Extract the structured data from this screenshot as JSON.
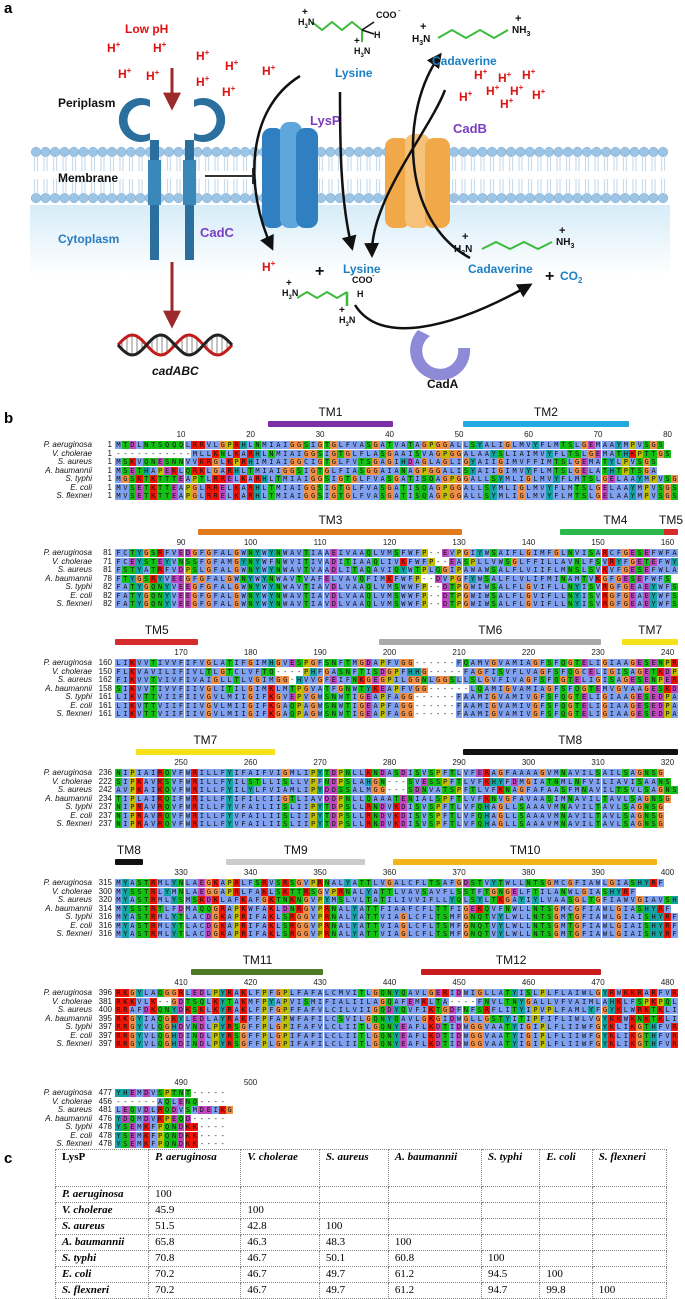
{
  "panel_labels": {
    "a": "a",
    "b": "b",
    "c": "c"
  },
  "diagram": {
    "regions": {
      "periplasm": "Periplasm",
      "membrane": "Membrane",
      "cytoplasm": "Cytoplasm"
    },
    "low_ph": "Low pH",
    "proton": "H",
    "plus": "+",
    "proteins": {
      "cadc": "CadC",
      "lysp": "LysP",
      "cadb": "CadB",
      "cada": "CadA"
    },
    "molecules": {
      "lysine": "Lysine",
      "cadaverine": "Cadaverine",
      "co2": "CO",
      "co2_sub": "2",
      "coo": "COO",
      "nh3": "NH",
      "h3n": "H",
      "sub3": "3",
      "h": "H",
      "minus": "-"
    },
    "gene": "cadABC",
    "colors": {
      "lysine_text": "#1a7fc4",
      "cadaverine_text": "#1a7fc4",
      "proton_text": "#e01010",
      "lysp_protein": "#2f7fc1",
      "cadb_protein": "#f0a848",
      "cadc_protein": "#2a6f9e",
      "cada_protein": "#8d8ad8",
      "label_purple": "#7a3dbf",
      "carbon_chain": "#3cba3c",
      "dna_red": "#c01c1c"
    }
  },
  "alignment": {
    "species": [
      "P. aeruginosa",
      "V. cholerae",
      "S. aureus",
      "A. baumannii",
      "S. typhi",
      "E. coli",
      "S. flexneri"
    ],
    "blocks": [
      {
        "starts": [
          "1",
          "1",
          "1",
          "1",
          "1",
          "1",
          "1"
        ],
        "ruler": [
          "10",
          "20",
          "30",
          "40",
          "50",
          "60",
          "70",
          "80"
        ],
        "tms": [
          {
            "label": "TM1",
            "color": "#7b2fa6"
          },
          {
            "label": "TM2",
            "color": "#21a9e1"
          }
        ],
        "seqs": [
          "MTDLNTSQQQLRRVLGPRHLNMIAIGGSIGTGLFVASGATVATAGPGGALLSYALIGLMVYFLMTSLGEMAAYMPVSGS",
          "-----------MLLKNLKARHLNMIAIGGSIGTGLFLASGAAISVAGPGGALAAYSLIAIMVYFLTSLGEMATHKPTTGS",
          "MSKVQNESNNVVKRGLKPRHIMIAIGGCIGTGLFVTSGAGIHDAGLAGLIGYAIIGIMVFFIMTSLGEMATYLPVSGS",
          "MSETHAPEKLQRKLGARHLTMIAIGGSIGTGLFIASGGAIANAGPGGALISYAIIGIMVYFLMTSLGELATHTPTSGA",
          "MGSKTKTTTEAPTLRRELKARHLTMIAIGGSIGTGLFVASGATISQAGPGGALLSYMLIGLMVYFLMTSLGELAAYMPVSGS",
          "MVSETKTTEAPGLRRELKARHLTMIAIGGSIGTGLFVASGATISQAGPGGALLSYMLIGLMVYFLMTSLGELAAYMPVSGS",
          "MVSETKTTEAPGLRRELKARHLTMIAIGGSIGTGLFVASGATISQAGPGGALLSYMLIGLMVYFLMTSLGELAAYMPVSGS"
        ]
      },
      {
        "starts": [
          "81",
          "71",
          "81",
          "78",
          "82",
          "82",
          "82"
        ],
        "ruler": [
          "90",
          "100",
          "110",
          "120",
          "130",
          "140",
          "150",
          "160"
        ],
        "tms": [
          {
            "label": "TM3",
            "color": "#e07a1c"
          },
          {
            "label": "TM4",
            "color": "#2db84b"
          },
          {
            "label": "TM5",
            "color": "#d62b2b"
          }
        ],
        "seqs": [
          "FCTYGSRFVEDGFGFALGWNYWYNWAVTIAAEIVAAQLVMSFWFP--EVPGIYWSAIFLGIMFGLNVISARCFGESEFWFA",
          "FCEYSTEYVNSSFGFAMGYNYWFNWVITIVADITIAAQLIVKFWFP--EASPLLVWSGLFFILLAVNLFSVRYFGETEFWYS",
          "FSTYATRFVDPSLGFALGWNYWYNWAVTVAADLITAQAVIQYWTPLQGIPAWAWSALFLVIIFLMNSLSVKVFGESEFWLA",
          "FTYGSRYVEEGFGFALGWNYWYNWAVTVAFELVAVQFIMKFWFP--DVPGFYWSALFLVLIFMINAMTVKGFGESEFWFS",
          "FATYGQNYVEEGFGFALGWNYWYNWAVTIAVDLVAAQLVMSWWFP--DTPGWIWSALFLGVIFLLNYISVRGFGEAEYWFS",
          "FATYGQNYVEEGFGFALGWNYWYNWAVTIAVDLVAAQLVMSWWFP--DTPGWIWSALFLGVIFLLNYISVRGFGEAEYWFS",
          "FATYGQNYVEEGFGFALGWNYWYNWAVTIAVDLVAAQLVMSWWFP--DTPGWIWSALFLGVIFLLNYISVRGFGEAEYWFS"
        ]
      },
      {
        "starts": [
          "160",
          "150",
          "162",
          "158",
          "161",
          "161",
          "161"
        ],
        "ruler": [
          "170",
          "180",
          "190",
          "200",
          "210",
          "220",
          "230",
          "240"
        ],
        "tms": [
          {
            "label": "TM5",
            "color": "#d62b2b"
          },
          {
            "label": "TM6",
            "color": "#aaaaaa"
          },
          {
            "label": "TM7",
            "color": "#f5e01a"
          }
        ],
        "seqs": [
          "LIKVVTIVVFIFVGLATIFGIMHGVESPGFSNFTMGDAPFVGG------FQAMVGVAMIAGFSFQGTELIGIAAGESENPRK",
          "FLKVAVILIFIVLTLGTCLVFTQ----PHFGASNFTISDGPFHHG-----FAGFISVFLVAGFSFQGCELIGISAGETKDPEK",
          "FIKVVTVIVFIVAIGLLTLVGIMGG-HVVGFEIFNKGEGPILGGNLGGSLLSLGVFIVAGFSFQGTELIGISAGESENPER",
          "SIKVVTIVVFIIVGLITILGIMKLMTPGVATFGNWTYKEAPFVGG------LQAMIGVAMIAGFSFQGTEMVGVAAGESKDPKK",
          "LIKVTTVIIFIIVGVLMIIGIFKGVEPVGWSNWTIGEAPFAGG------FAAMIGVAMIVGFSFQGTELIGIAAGESEDPAK",
          "LIKVTTVIIFIIVGVLMIIGIFKGAQPAGWSNWTIGEAPFAGG------FAAMIGVAMIVGFSFQGTELIGIAAGESEDPAK",
          "LIKVTTVIIFIIVGVLMIIGIFKGAQPAGWSNWTIGEAPFAGG------FAAMIGVAMIVGFSFQGTELIGIAAGESEDPAK"
        ]
      },
      {
        "starts": [
          "236",
          "222",
          "242",
          "234",
          "237",
          "237",
          "237"
        ],
        "ruler": [
          "250",
          "260",
          "270",
          "280",
          "290",
          "300",
          "310",
          "320"
        ],
        "tms": [
          {
            "label": "TM7",
            "color": "#f5e01a"
          },
          {
            "label": "TM8",
            "color": "#111111"
          }
        ],
        "seqs": [
          "NIPIAIRQVFWRILLFYIFAIFVIGMLIPYTDPNLLKNDASDISVSPFTLVFERAGFAAAAGVMNAVILSAILSAGNSG",
          "SIPKAVKSVFWRILLFYILSTLLISLLVPFNDPSLAHGN---SVESSPFTLVFKHYFDMGIATNMLNFVILIAVISAANS",
          "AVPKAIKQVFWRILLFYILYLFVIAMLIPYDDSSALMGG---SDNVATSPFTLVFKNAGFAFAASFMNAVILTSVLSAGNSG",
          "TIPLAIKQIFWRILLFYIFILCIIGTLIAVDDPNLLQAAATENIALSPFTLVFKNVGFAVAASIMNAVILTAVLSAGNSG",
          "NIPRAVRQVFWRILLFYVFAILIISLIIPYTDPSLLRNDVKDISVSPFTLVFQHAGLLSAAAVMNAVILTAVLSAGNSG",
          "NIPRAVRQVFWRILLFYVFAILIISLIIPYTDPSLLRNDVKDISVSPFTLVFQHAGLLSAAAVMNAVILTAVLSAGNSG",
          "NIPRAVRQVFWRILLFYVFAILIISLIIPYTDPSLLRNDVKDISVSPFTLVFQHAGLLSAAAVMNAVILTAVLSAGNSG"
        ]
      },
      {
        "starts": [
          "315",
          "300",
          "320",
          "314",
          "316",
          "316",
          "316"
        ],
        "ruler": [
          "330",
          "340",
          "350",
          "360",
          "370",
          "380",
          "390",
          "400"
        ],
        "tms": [
          {
            "label": "TM8",
            "color": "#111111"
          },
          {
            "label": "TM9",
            "color": "#cccccc"
          },
          {
            "label": "TM10",
            "color": "#f5b31a"
          }
        ],
        "seqs": [
          "MYASTRMLYNLAEGKAPRLFSRVSRSGVPRNALYATTLVGALCFLTSAFGDSTVYTWLLNTSGMCGFIAWLGIASHYRF",
          "MYSSTRLYMNLAEGGAPRLFAKLSKTTRSGVPRNALYATTLVAVSAVFLSSTFTGNGELFTILANWLGIASHYRF",
          "MYASTRMLYSMSKDKLAFKAFGKTNKNGVPYMSLVLTATILIVVIFLLYQLSYLTKGAYIYLVAASGLTGFIAWVGIAVSHYRF",
          "MYSSTRTLFDMAQQGRAPKWFAKLDNRGVPRNALYATTFIAAFCFLTTFIGEKQVFNWLLNTSGMCGFIAWLGIASHYRF",
          "MYASTRMLYTLACDGKAPRIFAKLSRGGVPRNALYATTVIAGLCFLTSMFGNQTVYLWLLNTSGMTGFIAWLGIAISHYRF",
          "MYASTRMLYTLACDGKAPRIFAKLSRGGVPRNALYATTVIAGLCFLTSMFGNQTVYLWLLNTSGMTGFIAWLGIAISHYRF",
          "MYASTRMLYTLACDGKAPRIFAKLSRGGVPRNALYATTVIAGLCFLTSMFGNQTVYLWLLNTSGMTGFIAWLGIAISHYRF"
        ]
      },
      {
        "starts": [
          "396",
          "381",
          "400",
          "395",
          "397",
          "397",
          "397"
        ],
        "ruler": [
          "410",
          "420",
          "430",
          "440",
          "450",
          "460",
          "470",
          "480"
        ],
        "tms": [
          {
            "label": "TM11",
            "color": "#4e7a25"
          },
          {
            "label": "TM12",
            "color": "#c91c1c"
          }
        ],
        "seqs": [
          "RKGYLAQGGRLEDLPYRAKLFPFGPLFAFALCMVITLGQNYQAVLGERIDWIGLLATYISLPLFLAIWLGYRWKKRARFVR",
          "RKKVLK--GDTSQLKYTAKMFPYAPVISMIFIALIILAGQAFEMKLTA----FNVLTNYGALLVFVAIMLAHKLFSPKPQLK",
          "RRAFDKQNYDKSKLKYRAKLFPFGPFFAFVLCILVIIGQDYQVFIKTGDFNFSRFLITYIPVPLFAMLYFGYKLWRKTKLIP",
          "RKGYIAQGKYLEDLAYRAKFFPFAPWFAFILCSVILGQNYQAVLGKGIDWGLLGSTYITIPFIFLIWLVGYKKWKNKTKLIP",
          "RRGYVLQGHDVNDLPYRSGFFPLGPIFAFVLCLIITLGQNYEAFLKDTIDWGGVAATYIGIPLFLIIWFGYKLIKGTHFVR",
          "RRGYVLQGHDINDLPYRSGFFPLGPIFAFILCLIITLGQNYEAFLKDTIDWGGVAATYIGIPLFLIIWFGYKLIKGTHFVR",
          "RRGYVLQGHDINDLPYRSGFFPLGPIFAFILCLIITLGQNYEAFLKDTIDWGGVAATYIGIPLFLIIWFGYKLIKGTHFVR"
        ]
      },
      {
        "starts": [
          "477",
          "456",
          "481",
          "476",
          "478",
          "478",
          "478"
        ],
        "ruler": [
          "490",
          "500"
        ],
        "tms": [],
        "seqs": [
          "YHEMDVSPTNT-----",
          "------AQLENQ----",
          "LEQVDLRQDVSMDEIKG",
          "YDQMDVKPEQD-----",
          "YSEMKFPQNDKK----",
          "YSEMKFPQNDKK----",
          "YSEMKFPQNDKK----"
        ]
      }
    ]
  },
  "identity_table": {
    "corner": "LysP",
    "columns": [
      "P. aeruginosa",
      "V. cholerae",
      "S. aureus",
      "A. baumannii",
      "S. typhi",
      "E. coli",
      "S. flexneri"
    ],
    "rows": [
      {
        "name": "P. aeruginosa",
        "values": [
          "100",
          "",
          "",
          "",
          "",
          "",
          ""
        ]
      },
      {
        "name": "V. cholerae",
        "values": [
          "45.9",
          "100",
          "",
          "",
          "",
          "",
          ""
        ]
      },
      {
        "name": "S. aureus",
        "values": [
          "51.5",
          "42.8",
          "100",
          "",
          "",
          "",
          ""
        ]
      },
      {
        "name": "A. baumannii",
        "values": [
          "65.8",
          "46.3",
          "48.3",
          "100",
          "",
          "",
          ""
        ]
      },
      {
        "name": "S. typhi",
        "values": [
          "70.8",
          "46.7",
          "50.1",
          "60.8",
          "100",
          "",
          ""
        ]
      },
      {
        "name": "E. coli",
        "values": [
          "70.2",
          "46.7",
          "49.7",
          "61.2",
          "94.5",
          "100",
          ""
        ]
      },
      {
        "name": "S. flexneri",
        "values": [
          "70.2",
          "46.7",
          "49.7",
          "61.2",
          "94.7",
          "99.8",
          "100"
        ]
      }
    ]
  }
}
